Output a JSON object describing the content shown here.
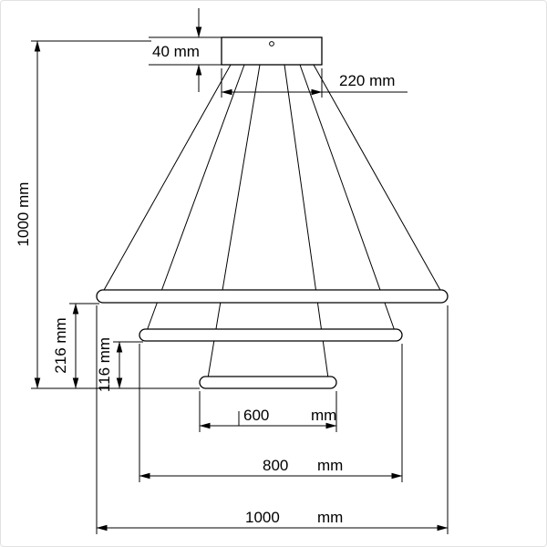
{
  "drawing": {
    "type": "technical-dimension-drawing",
    "labels": {
      "canopy_height": "40 mm",
      "canopy_width": "220 mm",
      "drop_height": "1000 mm",
      "spacing_outer": "216 mm",
      "spacing_inner": "116 mm",
      "ring_small": "600",
      "ring_middle": "800",
      "ring_large": "1000",
      "unit": "mm"
    },
    "colors": {
      "line": "#000000",
      "background": "#ffffff"
    }
  }
}
